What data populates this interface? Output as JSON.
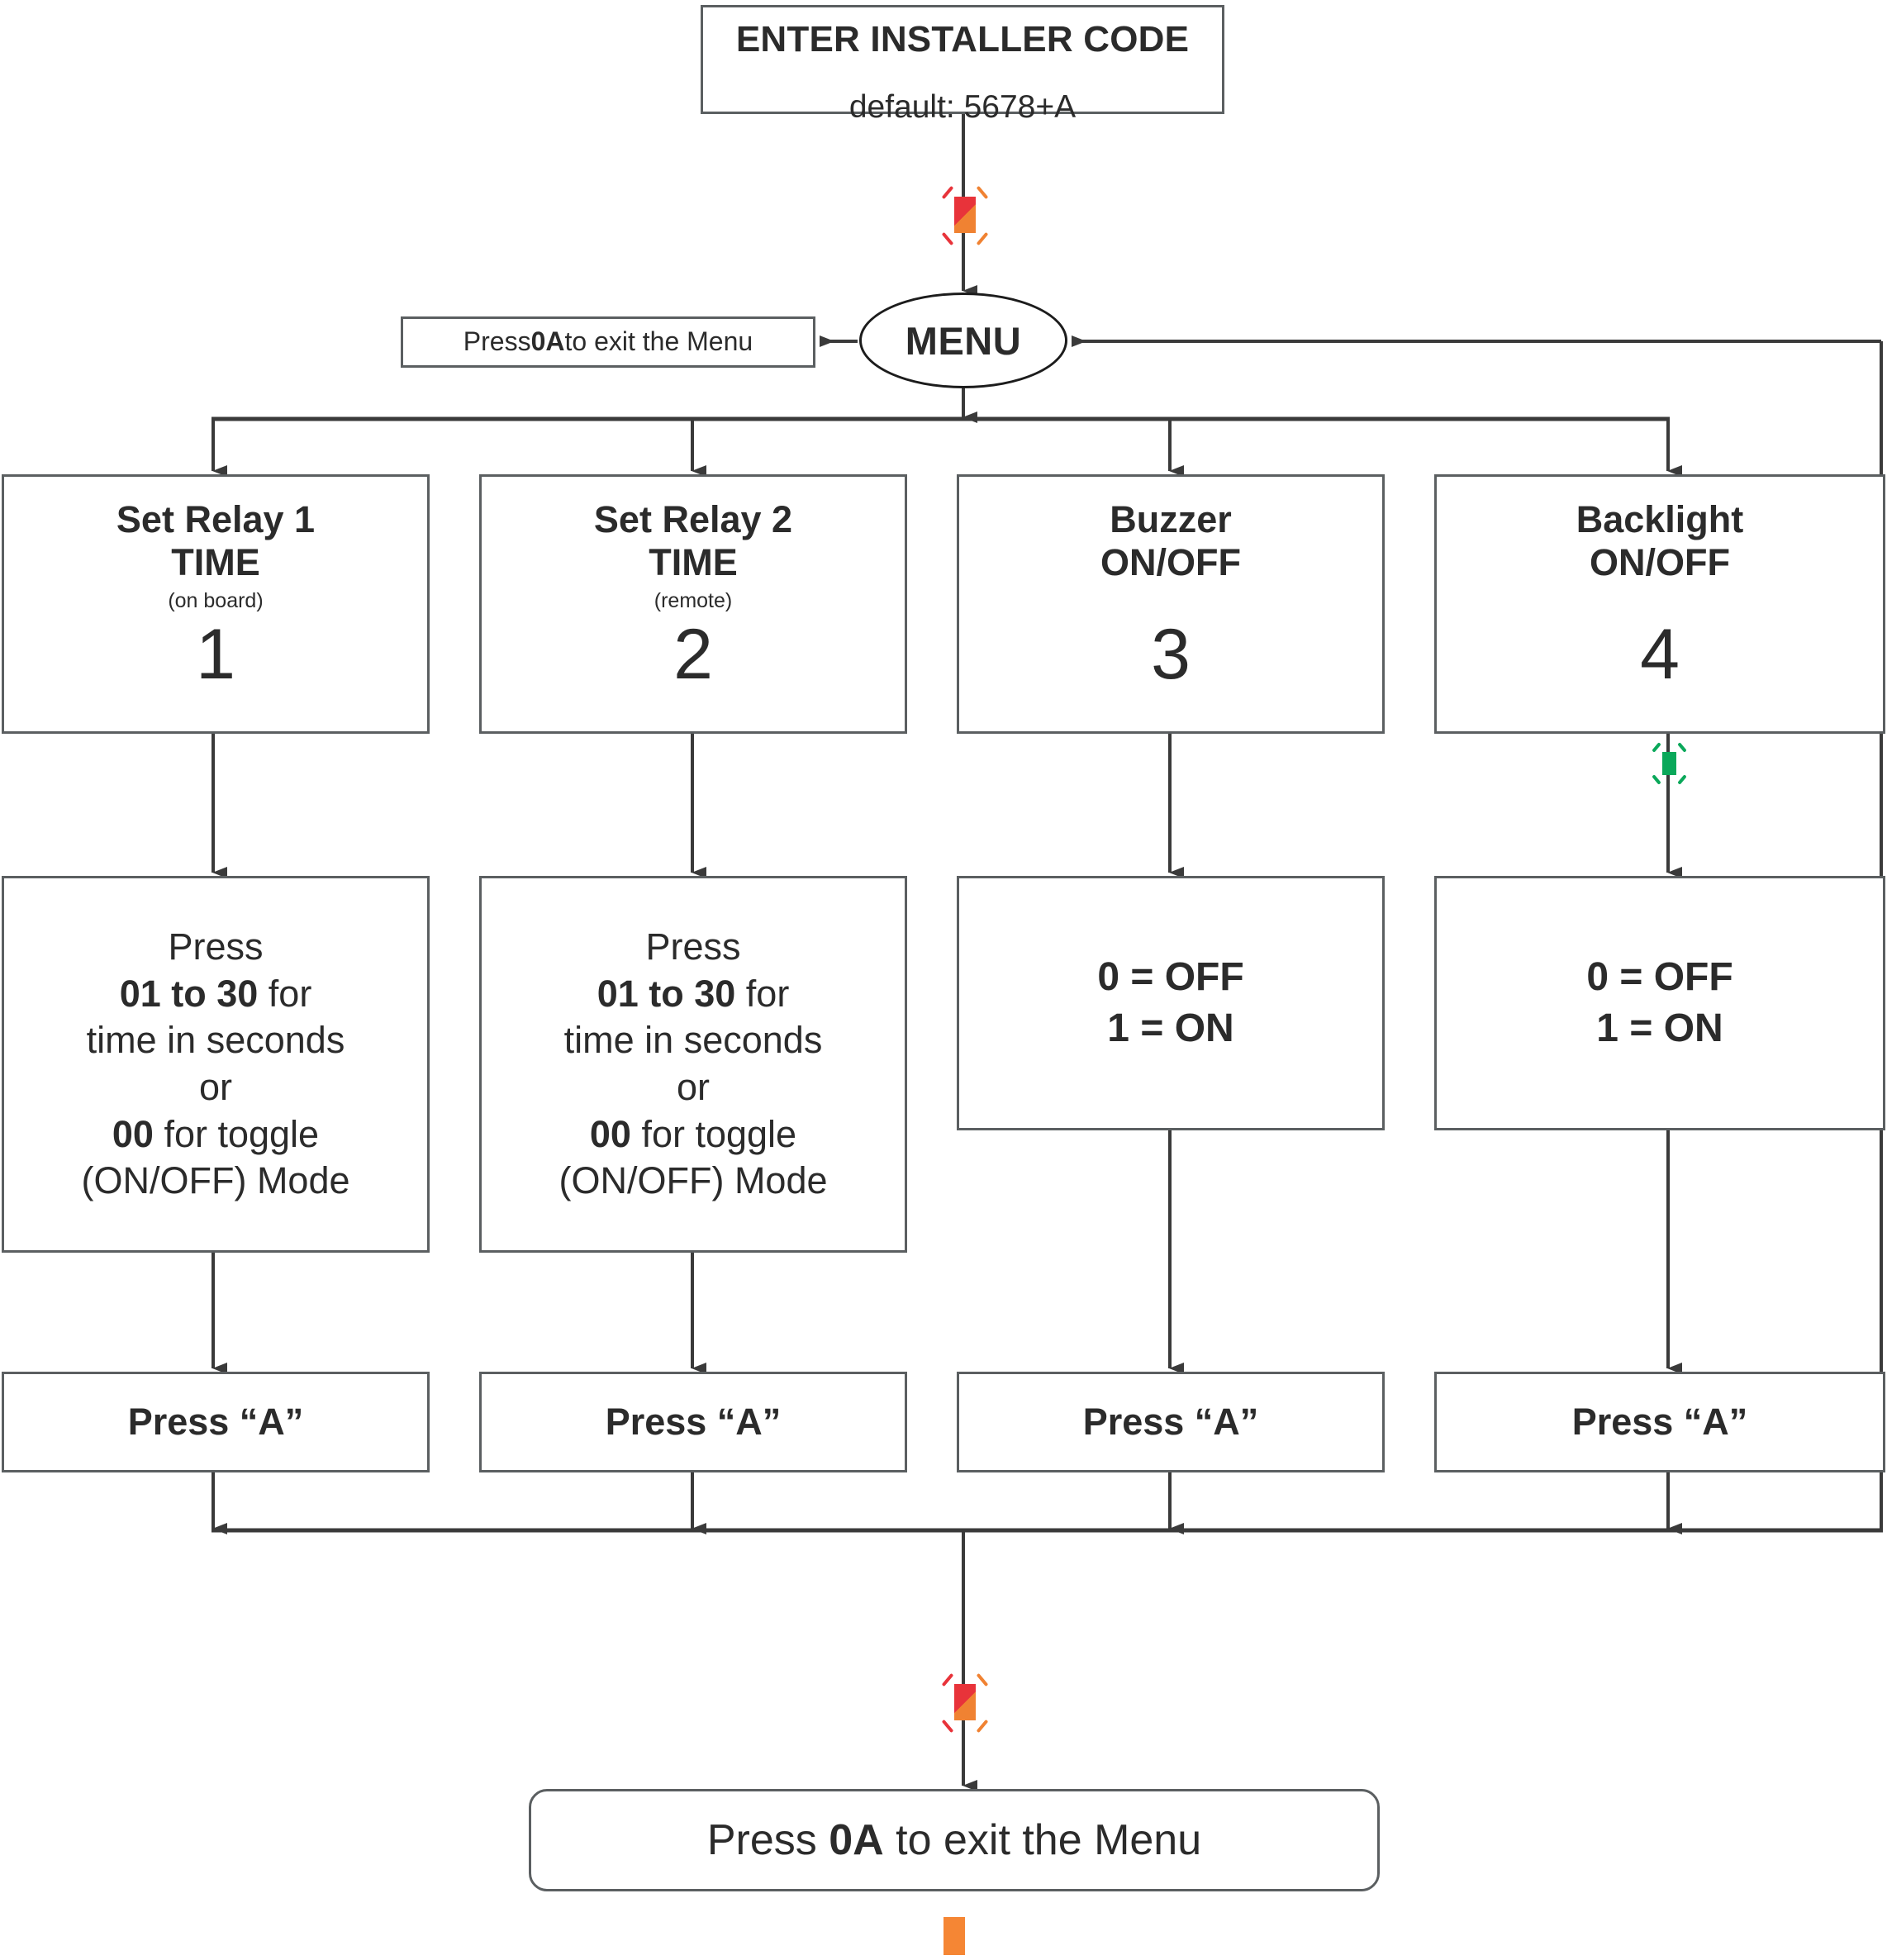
{
  "diagram": {
    "title_box": {
      "title": "ENTER INSTALLER CODE",
      "subtitle": "default: 5678+A"
    },
    "menu_node": {
      "label": "MENU"
    },
    "exit_note": {
      "prefix": "Press ",
      "key": "0A",
      "suffix": " to exit the Menu"
    },
    "final_exit": {
      "prefix": "Press ",
      "key": "0A",
      "suffix": " to exit the Menu"
    },
    "options": [
      {
        "title_line1": "Set Relay 1",
        "title_line2": "TIME",
        "subtitle": "(on board)",
        "key": "1"
      },
      {
        "title_line1": "Set Relay 2",
        "title_line2": "TIME",
        "subtitle": "(remote)",
        "key": "2"
      },
      {
        "title_line1": "Buzzer",
        "title_line2": "ON/OFF",
        "subtitle": "",
        "key": "3"
      },
      {
        "title_line1": "Backlight",
        "title_line2": "ON/OFF",
        "subtitle": "",
        "key": "4"
      }
    ],
    "details": [
      {
        "kind": "time",
        "l1": "Press",
        "l2_bold": "01 to 30",
        "l2_rest": " for",
        "l3": "time in seconds",
        "l4": "or",
        "l5_bold": "00",
        "l5_rest": " for toggle",
        "l6": "(ON/OFF) Mode"
      },
      {
        "kind": "time",
        "l1": "Press",
        "l2_bold": "01 to 30",
        "l2_rest": " for",
        "l3": "time in seconds",
        "l4": "or",
        "l5_bold": "00",
        "l5_rest": " for toggle",
        "l6": "(ON/OFF) Mode"
      },
      {
        "kind": "onoff",
        "l1": "0 = OFF",
        "l2": "1 = ON"
      },
      {
        "kind": "onoff",
        "l1": "0 = OFF",
        "l2": "1 = ON"
      }
    ],
    "confirm": [
      {
        "label": "Press “A”"
      },
      {
        "label": "Press “A”"
      },
      {
        "label": "Press “A”"
      },
      {
        "label": "Press “A”"
      }
    ],
    "indicators": [
      {
        "name": "led-blinking-red-top",
        "type": "blinking",
        "color": "#e8333a"
      },
      {
        "name": "led-blinking-green-backlight",
        "type": "blinking",
        "color": "#0aa85a"
      },
      {
        "name": "led-blinking-red-bottom",
        "type": "blinking",
        "color": "#e8333a"
      },
      {
        "name": "led-solid-orange-final",
        "type": "solid",
        "color": "#f58634"
      }
    ],
    "colors": {
      "line": "#3a3a3a",
      "box_border": "#5b5f61",
      "led_red": "#e8333a",
      "led_orange": "#f08232",
      "led_green": "#0aa85a",
      "led_solid_orange": "#f58634"
    }
  }
}
